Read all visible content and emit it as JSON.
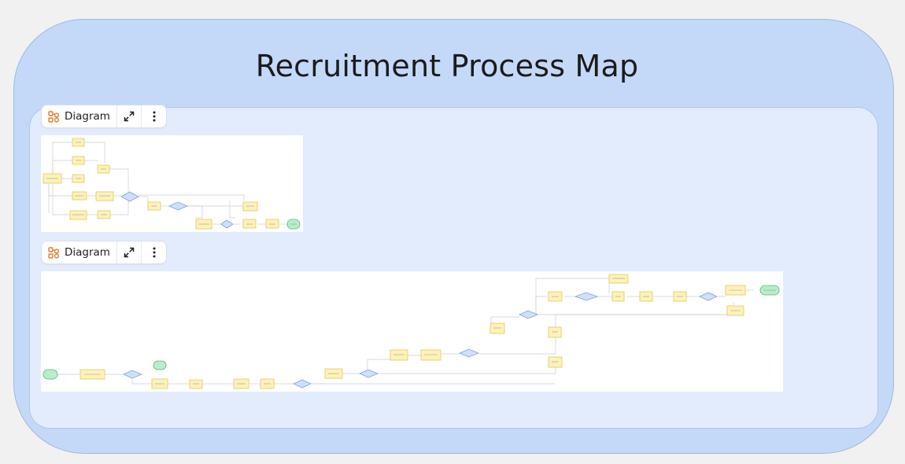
{
  "page": {
    "title": "Recruitment Process Map"
  },
  "toolbars": [
    {
      "label": "Diagram",
      "icons": [
        "diagram-icon",
        "expand-icon",
        "more-options-icon"
      ]
    },
    {
      "label": "Diagram",
      "icons": [
        "diagram-icon",
        "expand-icon",
        "more-options-icon"
      ]
    }
  ],
  "colors": {
    "frame_bg": "#c4d9f8",
    "panel_bg": "#e2ecfd",
    "process_fill": "#fdf2b8",
    "process_stroke": "#e1c75a",
    "decision_fill": "#cfe0fb",
    "decision_stroke": "#7b9fd8",
    "terminal_fill": "#b7eec9",
    "terminal_stroke": "#55b37a",
    "diagram_icon": "#e07a2e"
  }
}
